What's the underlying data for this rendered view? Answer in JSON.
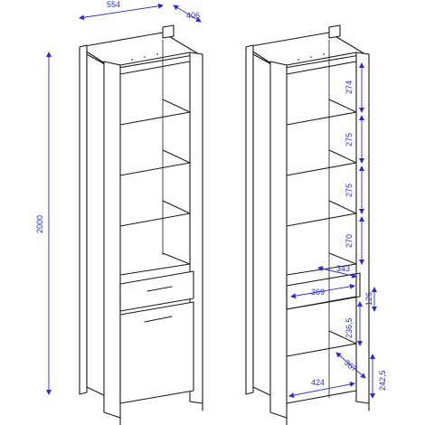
{
  "colors": {
    "outline": "#1a1a1a",
    "dimension": "#2b2bd0",
    "background": "#ffffff"
  },
  "left_view": {
    "width_label": "554",
    "depth_label": "406",
    "height_label": "2000"
  },
  "right_view": {
    "shelf_gaps": [
      "274",
      "275",
      "275",
      "270"
    ],
    "drawer_depth": "343",
    "drawer_width": "369",
    "drawer_height": "126",
    "lower_gap": "236,5",
    "cabinet_height": "242,5",
    "inner_depth": "367",
    "inner_width": "424"
  }
}
